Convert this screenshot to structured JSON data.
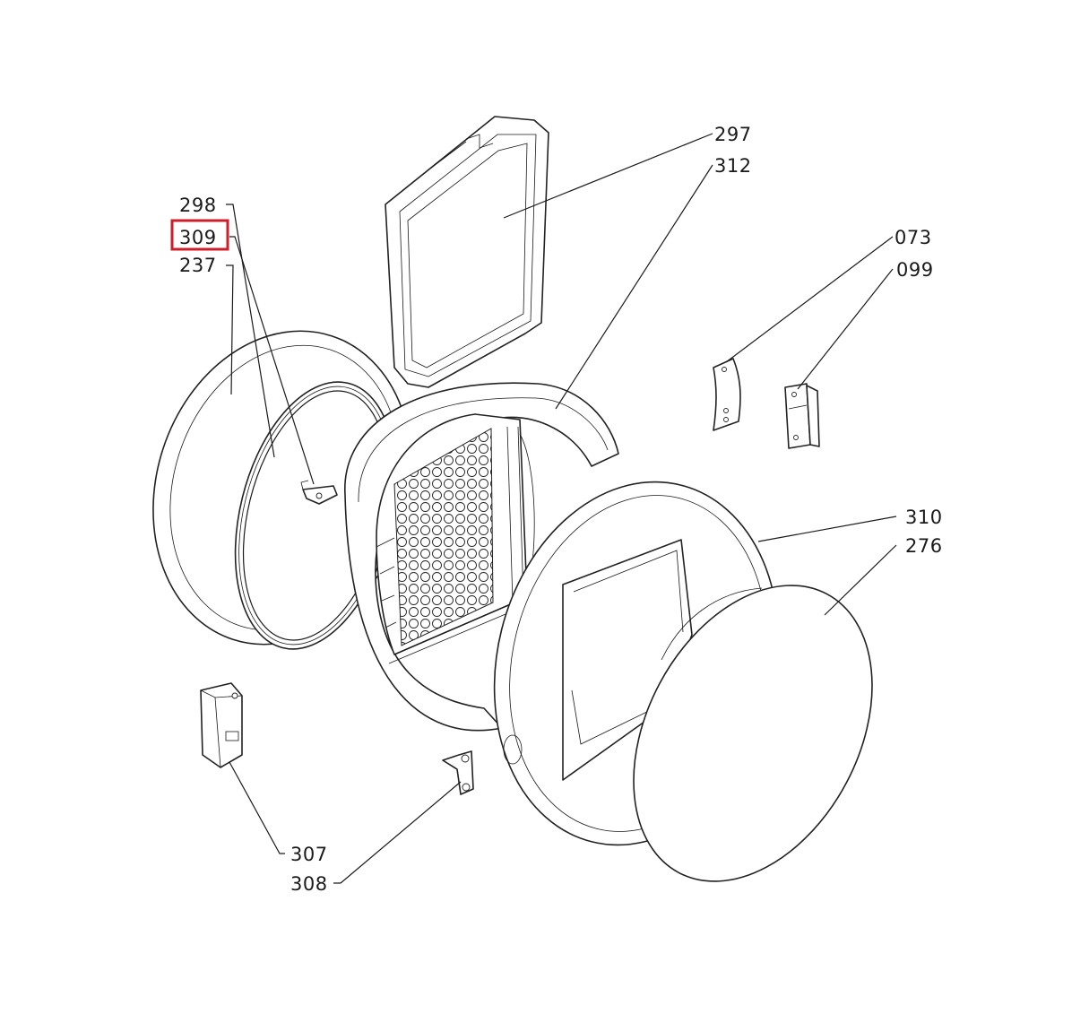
{
  "diagram": {
    "highlighted_part": "309",
    "parts": [
      {
        "id": "297",
        "label": "297"
      },
      {
        "id": "312",
        "label": "312"
      },
      {
        "id": "298",
        "label": "298"
      },
      {
        "id": "309",
        "label": "309"
      },
      {
        "id": "237",
        "label": "237"
      },
      {
        "id": "073",
        "label": "073"
      },
      {
        "id": "099",
        "label": "099"
      },
      {
        "id": "310",
        "label": "310"
      },
      {
        "id": "276",
        "label": "276"
      },
      {
        "id": "307",
        "label": "307"
      },
      {
        "id": "308",
        "label": "308"
      }
    ],
    "highlight_color": "#cc1f2a"
  }
}
